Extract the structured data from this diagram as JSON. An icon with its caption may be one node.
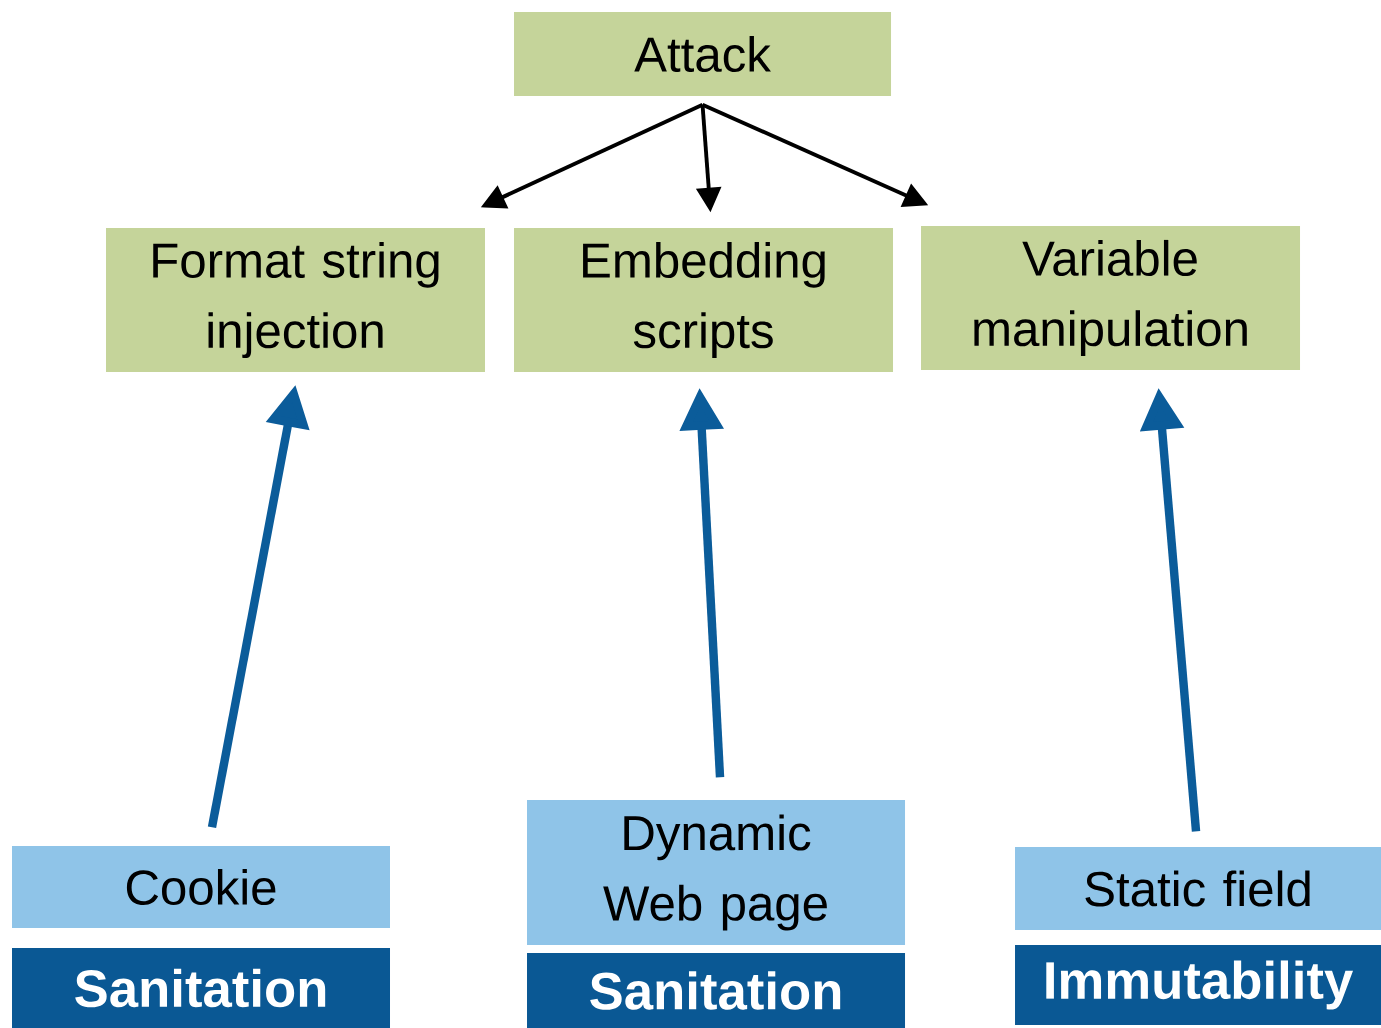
{
  "diagram": {
    "nodes": [
      {
        "text": [
          "Attack"
        ]
      },
      {
        "text": [
          "Format string injection"
        ]
      },
      {
        "text": [
          "Embedding scripts"
        ]
      },
      {
        "text": [
          "Variable manipulation"
        ]
      },
      {
        "text": [
          "Cookie"
        ]
      },
      {
        "text": [
          "Sanitation"
        ]
      },
      {
        "text": [
          "Dynamic Web page"
        ]
      },
      {
        "text": [
          "Sanitation"
        ]
      },
      {
        "text": [
          "Static field"
        ]
      },
      {
        "text": [
          "Immutability"
        ]
      }
    ],
    "edges": [
      {
        "from": 0,
        "to": 1,
        "arrow": "to"
      },
      {
        "from": 0,
        "to": 2,
        "arrow": "to"
      },
      {
        "from": 0,
        "to": 3,
        "arrow": "to"
      },
      {
        "from": 4,
        "to": 1,
        "arrow": "to",
        "style": "thick",
        "color": "#0b5c9a"
      },
      {
        "from": 6,
        "to": 2,
        "arrow": "to",
        "style": "thick",
        "color": "#0b5c9a"
      },
      {
        "from": 8,
        "to": 3,
        "arrow": "to",
        "style": "thick",
        "color": "#0b5c9a"
      }
    ]
  }
}
